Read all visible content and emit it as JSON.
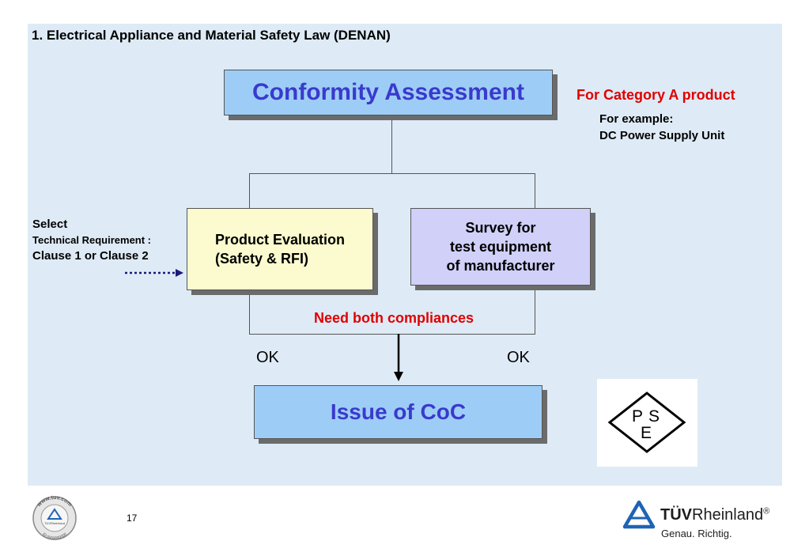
{
  "title": "1. Electrical Appliance and Material Safety Law (DENAN)",
  "boxes": {
    "conformity": "Conformity Assessment",
    "product_eval_line1": "Product Evaluation",
    "product_eval_line2": "(Safety & RFI)",
    "survey_line1": "Survey for",
    "survey_line2": "test equipment",
    "survey_line3": "of manufacturer",
    "coc": "Issue of CoC"
  },
  "side_note": {
    "category": "For Category A product",
    "example_label": "For example:",
    "example_value": "DC Power Supply Unit"
  },
  "select_note": {
    "line1": "Select",
    "line2": "Technical Requirement :",
    "line3": "Clause 1 or Clause 2"
  },
  "need_both": "Need both compliances",
  "ok_left": "OK",
  "ok_right": "OK",
  "pse_mark": {
    "p": "P",
    "s": "S",
    "e": "E"
  },
  "footer": {
    "page_number": "17",
    "seal_text_top": "www.tuv.com",
    "seal_text_bottom": "ID 0000000000",
    "seal_center": "TÜVRheinland",
    "brand_bold": "TÜV",
    "brand_regular": "Rheinland",
    "brand_reg": "®",
    "tagline": "Genau. Richtig."
  },
  "colors": {
    "panel": "#deebf6",
    "blue_box": "#9dcdf6",
    "yellow_box": "#fbfbcf",
    "purple_box": "#d0d0f9",
    "blue_text": "#3a3acc",
    "red_text": "#e00000",
    "tuv_blue": "#1e64b4"
  }
}
